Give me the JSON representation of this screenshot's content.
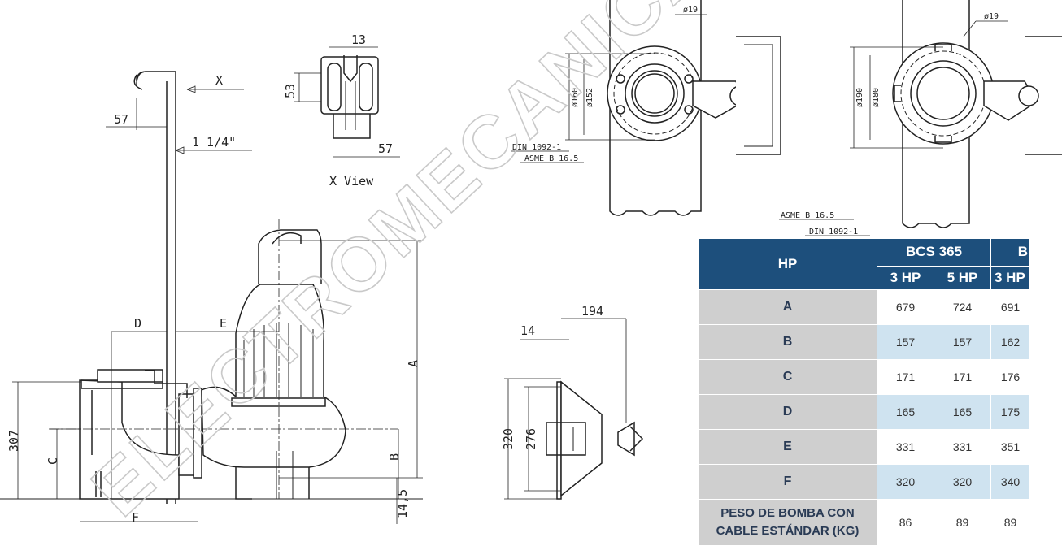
{
  "drawing": {
    "dims_side": [
      "57",
      "X",
      "1 1/4\"",
      "D",
      "E",
      "A",
      "B",
      "C",
      "307",
      "F",
      "14,5"
    ],
    "dims_xview": [
      "13",
      "53",
      "57"
    ],
    "xview_label": "X View",
    "dims_bracket": [
      "14",
      "194",
      "320",
      "276"
    ],
    "flange_left": {
      "dia_bolt": "ø19",
      "dia1": "ø160",
      "dia2": "ø152",
      "std1": "DIN 1092-1",
      "std2": "ASME B 16.5"
    },
    "flange_right": {
      "dia_bolt": "ø19",
      "dia1": "ø190",
      "dia2": "ø180",
      "std1": "ASME B 16.5",
      "std2": "DIN 1092-1"
    },
    "watermark": "ELECTROMECANICA M.D."
  },
  "table": {
    "corner": "HP",
    "groups": [
      "BCS 365",
      "B"
    ],
    "subheaders": [
      "3 HP",
      "5 HP",
      "3 HP"
    ],
    "rows": [
      {
        "label": "A",
        "values": [
          "679",
          "724",
          "691"
        ]
      },
      {
        "label": "B",
        "values": [
          "157",
          "157",
          "162"
        ]
      },
      {
        "label": "C",
        "values": [
          "171",
          "171",
          "176"
        ]
      },
      {
        "label": "D",
        "values": [
          "165",
          "165",
          "175"
        ]
      },
      {
        "label": "E",
        "values": [
          "331",
          "331",
          "351"
        ]
      },
      {
        "label": "F",
        "values": [
          "320",
          "320",
          "340"
        ]
      },
      {
        "label": "PESO DE BOMBA CON CABLE ESTÁNDAR (KG)",
        "values": [
          "86",
          "89",
          "89"
        ]
      }
    ]
  }
}
